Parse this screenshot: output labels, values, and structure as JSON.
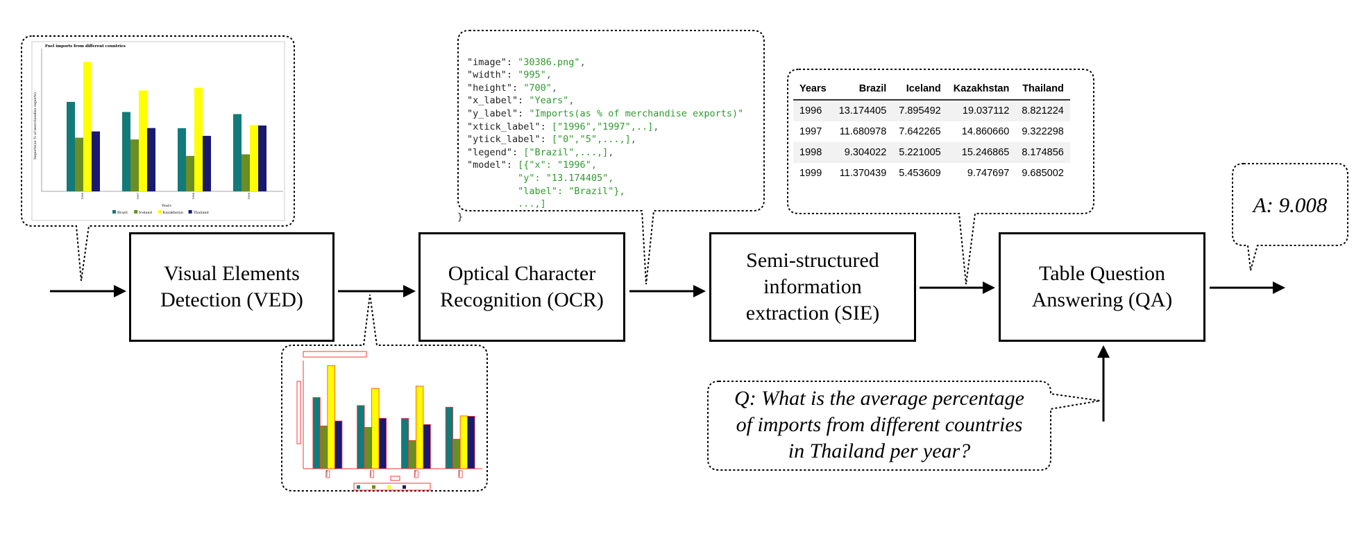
{
  "stages": [
    {
      "id": "ved",
      "line1": "Visual Elements",
      "line2": "Detection (VED)"
    },
    {
      "id": "ocr",
      "line1": "Optical Character",
      "line2": "Recognition (OCR)"
    },
    {
      "id": "sie",
      "line1": "Semi-structured",
      "line2": "information",
      "line3": "extraction (SIE)"
    },
    {
      "id": "qa",
      "line1": "Table Question",
      "line2": "Answering (QA)"
    }
  ],
  "ocr_output": {
    "lines": [
      {
        "key": "\"image\": ",
        "val": "\"30386.png\"",
        "tail": ","
      },
      {
        "key": "\"width\": ",
        "val": "\"995\"",
        "tail": ","
      },
      {
        "key": "\"height\": ",
        "val": "\"700\"",
        "tail": ","
      },
      {
        "key": "\"x_label\": ",
        "val": "\"Years\"",
        "tail": ","
      },
      {
        "key": "\"y_label\": ",
        "val": "\"Imports(as % of merchandise exports)\"",
        "tail": ""
      },
      {
        "key": "\"xtick_label\": ",
        "val": "[\"1996\",\"1997\",..]",
        "tail": ","
      },
      {
        "key": "\"ytick_label\": ",
        "val": "[\"0\",\"5\",...,]",
        "tail": ","
      },
      {
        "key": "\"legend\": ",
        "val": "[\"Brazil\",...,]",
        "tail": ","
      },
      {
        "key": "\"model\": ",
        "val": "[{\"x\": \"1996\",",
        "tail": ""
      },
      {
        "key": "         ",
        "val": "\"y\": \"13.174405\",",
        "tail": ""
      },
      {
        "key": "         ",
        "val": "\"label\": \"Brazil\"},",
        "tail": ""
      },
      {
        "key": "         ",
        "val": "...,]",
        "tail": ""
      }
    ],
    "closing": "}"
  },
  "table": {
    "headers": [
      "Years",
      "Brazil",
      "Iceland",
      "Kazakhstan",
      "Thailand"
    ],
    "rows": [
      [
        "1996",
        "13.174405",
        "7.895492",
        "19.037112",
        "8.821224"
      ],
      [
        "1997",
        "11.680978",
        "7.642265",
        "14.860660",
        "9.322298"
      ],
      [
        "1998",
        "9.304022",
        "5.221005",
        "15.246865",
        "8.174856"
      ],
      [
        "1999",
        "11.370439",
        "5.453609",
        "9.747697",
        "9.685002"
      ]
    ]
  },
  "answer": "A: 9.008",
  "question": {
    "line1": "Q: What is the average percentage",
    "line2": "of imports from different countries",
    "line3": "in Thailand per year?"
  },
  "input_chart": {
    "title": "Fuel imports from different countries",
    "xlabel": "Years",
    "ylabel": "Imports(as % of merchandise exports)",
    "legend": [
      "Brazil",
      "Iceland",
      "Kazakhstan",
      "Thailand"
    ]
  },
  "colors": {
    "brazil": "#137a7a",
    "iceland": "#6b8e23",
    "kazakhstan": "#ffff00",
    "thailand": "#191970",
    "detect_box": "#ff3333"
  },
  "chart_data": {
    "type": "bar",
    "title": "Fuel imports from different countries",
    "xlabel": "Years",
    "ylabel": "Imports(as % of merchandise exports)",
    "categories": [
      "1996",
      "1997",
      "1998",
      "1999"
    ],
    "series": [
      {
        "name": "Brazil",
        "values": [
          13.17,
          11.68,
          9.3,
          11.37
        ]
      },
      {
        "name": "Iceland",
        "values": [
          7.9,
          7.64,
          5.22,
          5.45
        ]
      },
      {
        "name": "Kazakhstan",
        "values": [
          19.04,
          14.86,
          15.25,
          9.75
        ]
      },
      {
        "name": "Thailand",
        "values": [
          8.82,
          9.32,
          8.17,
          9.69
        ]
      }
    ],
    "ylim": [
      0,
      20
    ],
    "legend": "bottom"
  }
}
